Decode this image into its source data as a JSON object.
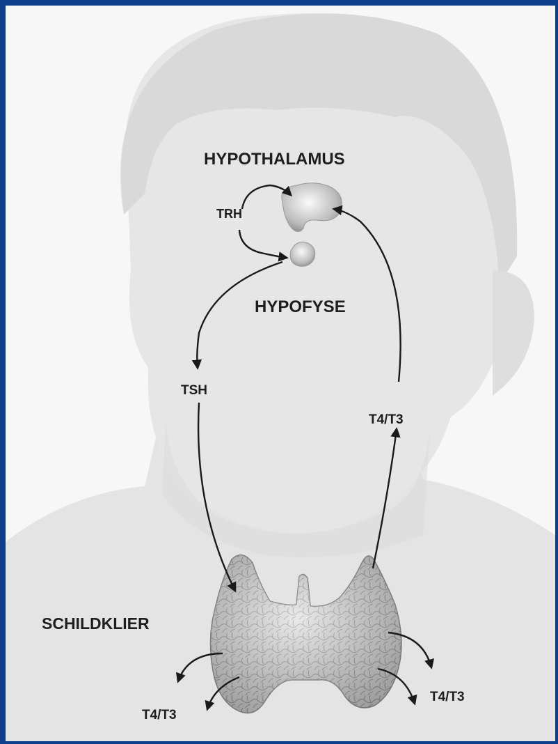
{
  "diagram": {
    "labels": {
      "hypothalamus": "HYPOTHALAMUS",
      "trh": "TRH",
      "hypofyse": "HYPOFYSE",
      "tsh": "TSH",
      "t4t3_upper": "T4/T3",
      "schildklier": "SCHILDKLIER",
      "t4t3_left": "T4/T3",
      "t4t3_right": "T4/T3"
    },
    "colors": {
      "frame": "#0d3f8c",
      "background": "#f7f7f7",
      "silhouette": "#e4e4e4",
      "silhouette_dark": "#d6d6d6",
      "arrows": "#1a1a1a",
      "gland": "#cfcfcf"
    }
  }
}
